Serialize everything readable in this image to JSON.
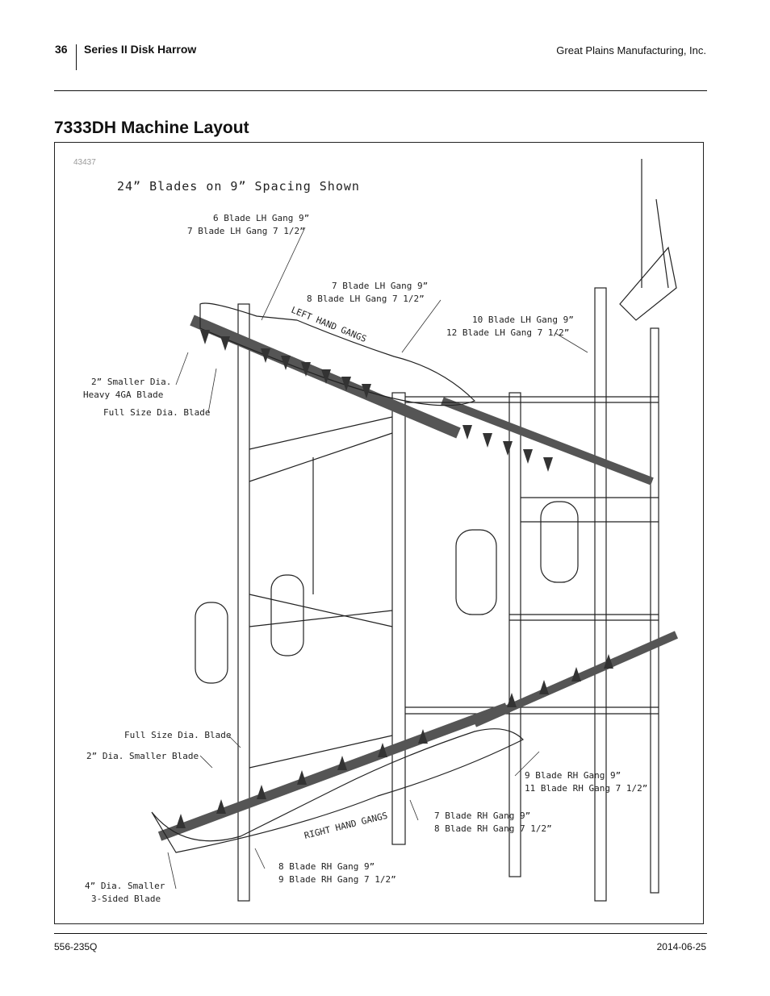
{
  "header": {
    "page_number": "36",
    "title": "Series II Disk Harrow",
    "company": "Great Plains Manufacturing, Inc."
  },
  "section": {
    "title": "7333DH Machine Layout"
  },
  "figure": {
    "id": "43437",
    "heading": "24” Blades on 9” Spacing Shown",
    "labels": {
      "lh6_9": "6 Blade LH Gang 9”",
      "lh7_75": "7 Blade LH Gang 7 1/2”",
      "lh7_9": "7 Blade LH Gang 9”",
      "lh8_75": "8 Blade LH Gang 7 1/2”",
      "lh10_9": "10 Blade LH Gang 9”",
      "lh12_75": "12 Blade LH Gang 7 1/2”",
      "left_hand_gangs": "LEFT HAND GANGS",
      "smaller_dia_1": "2” Smaller Dia.",
      "heavy_blade": "Heavy 4GA Blade",
      "full_size_1": "Full Size Dia. Blade",
      "full_size_2": "Full Size Dia. Blade",
      "smaller_blade_2": "2” Dia. Smaller Blade",
      "rh9_9": "9 Blade RH Gang 9”",
      "rh11_75": "11 Blade RH Gang 7 1/2”",
      "rh7_9": "7 Blade RH Gang 9”",
      "rh8_75": "8 Blade RH Gang 7 1/2”",
      "right_hand_gangs": "RIGHT HAND GANGS",
      "rh8_9": "8 Blade RH Gang 9”",
      "rh9_75": "9 Blade RH Gang 7 1/2”",
      "four_dia": "4” Dia. Smaller",
      "three_sided": "3-Sided Blade"
    }
  },
  "footer": {
    "doc_number": "556-235Q",
    "date": "2014-06-25"
  }
}
